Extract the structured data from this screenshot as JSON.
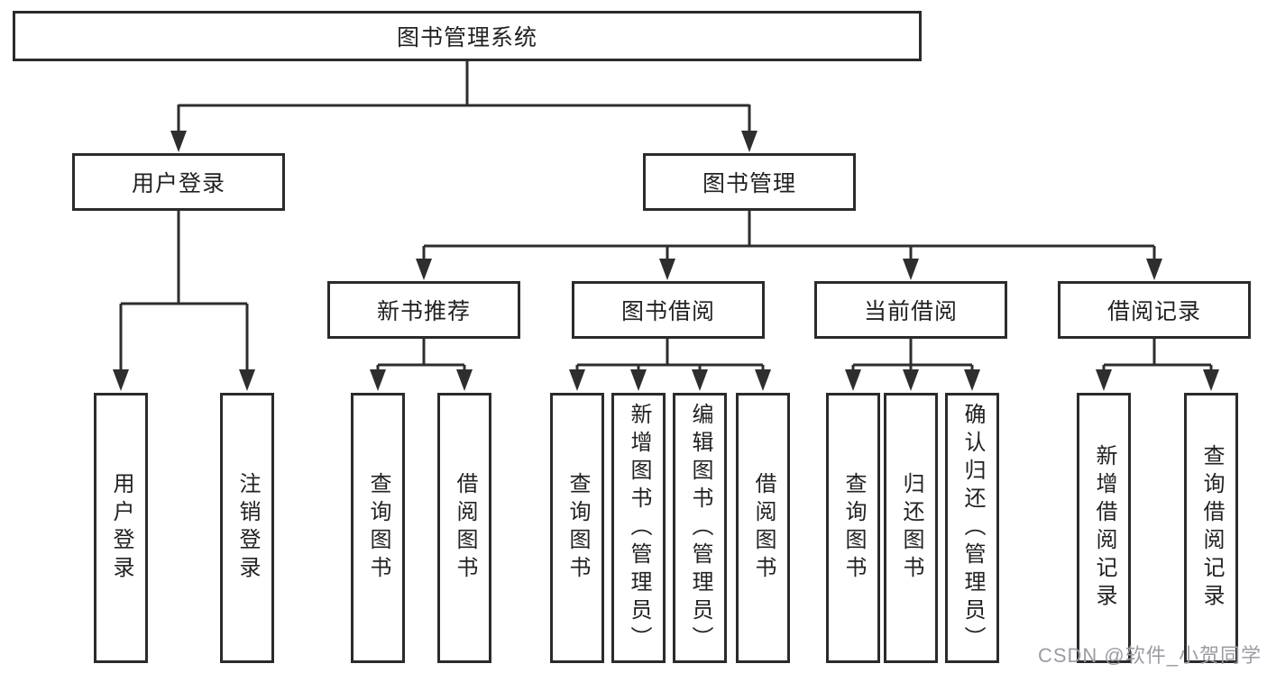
{
  "diagram": {
    "root": {
      "label": "图书管理系统"
    },
    "level2": [
      {
        "label": "用户登录",
        "children": [
          {
            "label": "用户登录"
          },
          {
            "label": "注销登录"
          }
        ]
      },
      {
        "label": "图书管理",
        "children": [
          {
            "label": "新书推荐",
            "children": [
              {
                "label": "查询图书"
              },
              {
                "label": "借阅图书"
              }
            ]
          },
          {
            "label": "图书借阅",
            "children": [
              {
                "label": "查询图书"
              },
              {
                "label": "新增图书（管理员）"
              },
              {
                "label": "编辑图书（管理员）"
              },
              {
                "label": "借阅图书"
              }
            ]
          },
          {
            "label": "当前借阅",
            "children": [
              {
                "label": "查询图书"
              },
              {
                "label": "归还图书"
              },
              {
                "label": "确认归还（管理员）"
              }
            ]
          },
          {
            "label": "借阅记录",
            "children": [
              {
                "label": "新增借阅记录"
              },
              {
                "label": "查询借阅记录"
              }
            ]
          }
        ]
      }
    ]
  },
  "watermark": {
    "text": "CSDN @软件_小贺同学"
  },
  "colors": {
    "line": "#2e2e2e",
    "box_border": "#2b2b2b",
    "text": "#222222",
    "watermark": "#9b9ba3",
    "background": "#ffffff"
  }
}
